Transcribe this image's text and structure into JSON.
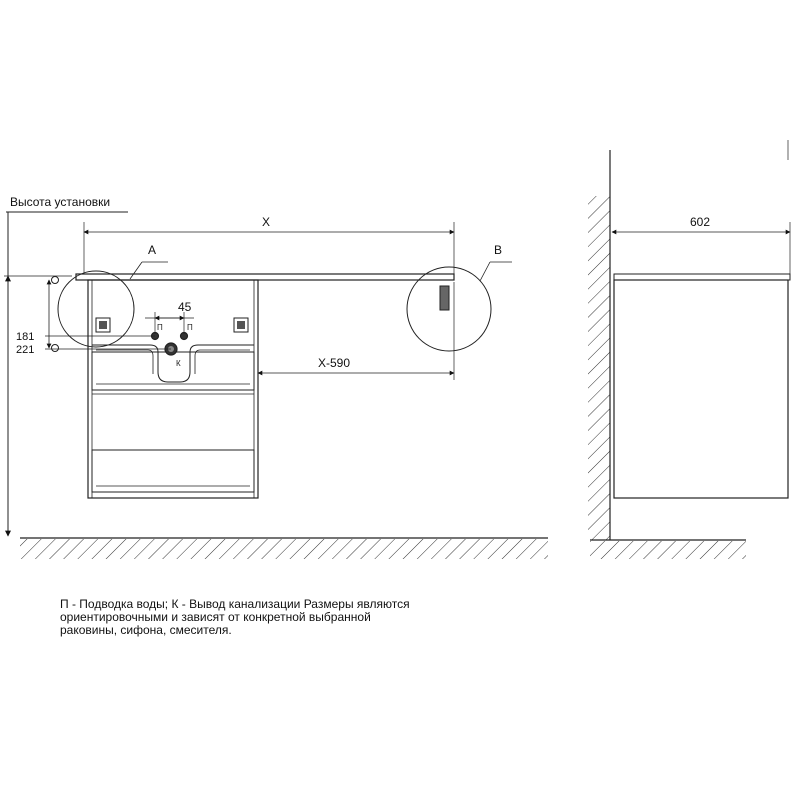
{
  "labels": {
    "install_height": "Высота установки",
    "x": "X",
    "x_minus_590": "X-590",
    "depth_602": "602",
    "dim_45": "45",
    "dim_181": "181",
    "dim_221": "221",
    "callout_a": "A",
    "callout_b": "B",
    "water_p1": "П",
    "water_p2": "П",
    "drain_k": "К"
  },
  "note": {
    "line1": "П - Подводка воды; К - Вывод канализации Размеры являются",
    "line2": "ориентировочными и зависят от конкретной выбранной",
    "line3": "раковины, сифона, смесителя."
  }
}
